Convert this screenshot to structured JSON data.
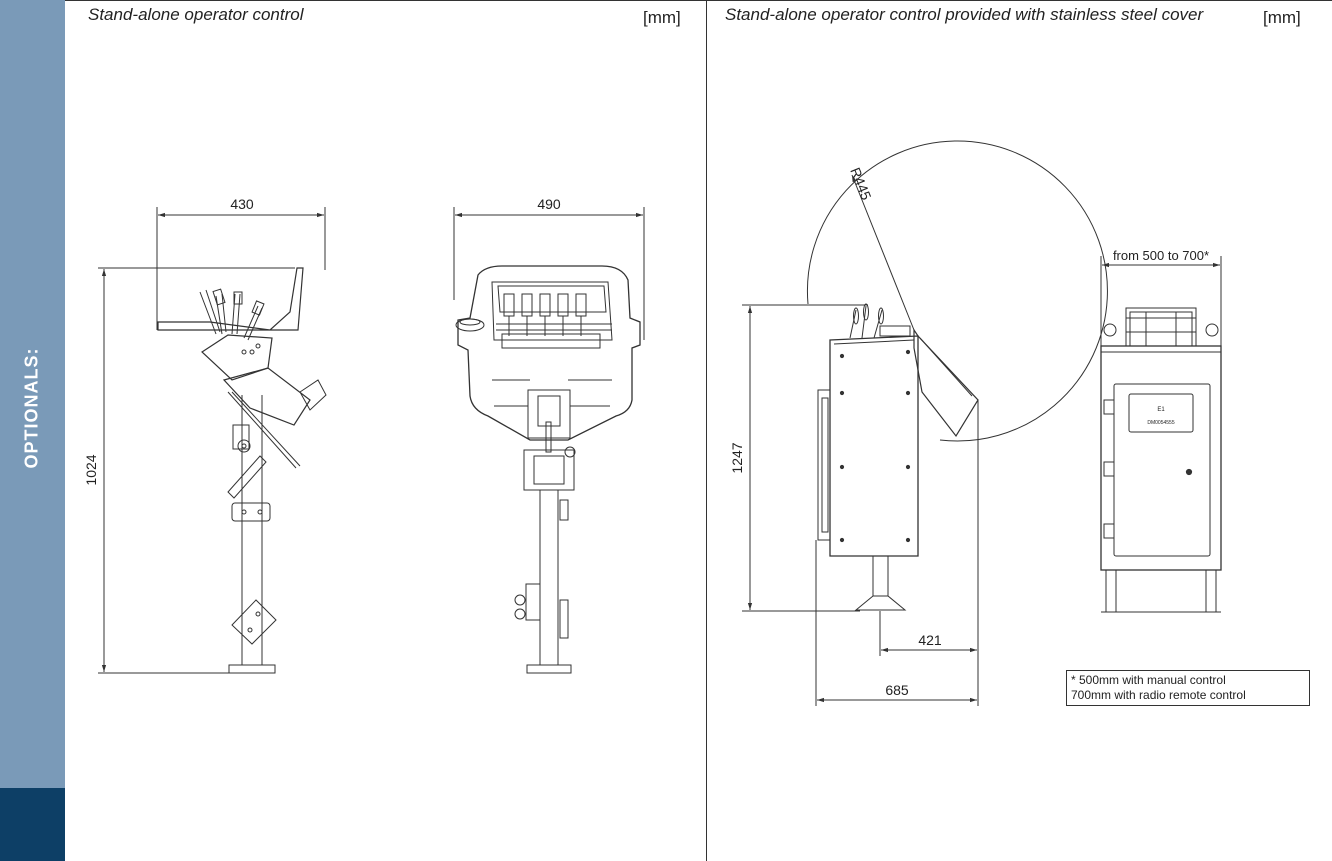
{
  "sidebar": {
    "label": "OPTIONALS:",
    "color": "#7a9ab8",
    "accent": "#0d3f66"
  },
  "panels": [
    {
      "title": "Stand-alone operator control",
      "unit": "[mm]"
    },
    {
      "title": "Stand-alone operator control provided with stainless steel cover",
      "unit": "[mm]"
    }
  ],
  "dimensions": {
    "left_side_width": "430",
    "left_front_width": "490",
    "left_height": "1024",
    "right_radius": "R445",
    "right_height": "1247",
    "right_base": "421",
    "right_depth": "685",
    "right_front_width": "from 500 to 700*"
  },
  "cabinet_label": {
    "line1": "E1",
    "line2": "DM0054555"
  },
  "note": {
    "line1": "* 500mm with manual control",
    "line2": "700mm with radio remote control"
  }
}
